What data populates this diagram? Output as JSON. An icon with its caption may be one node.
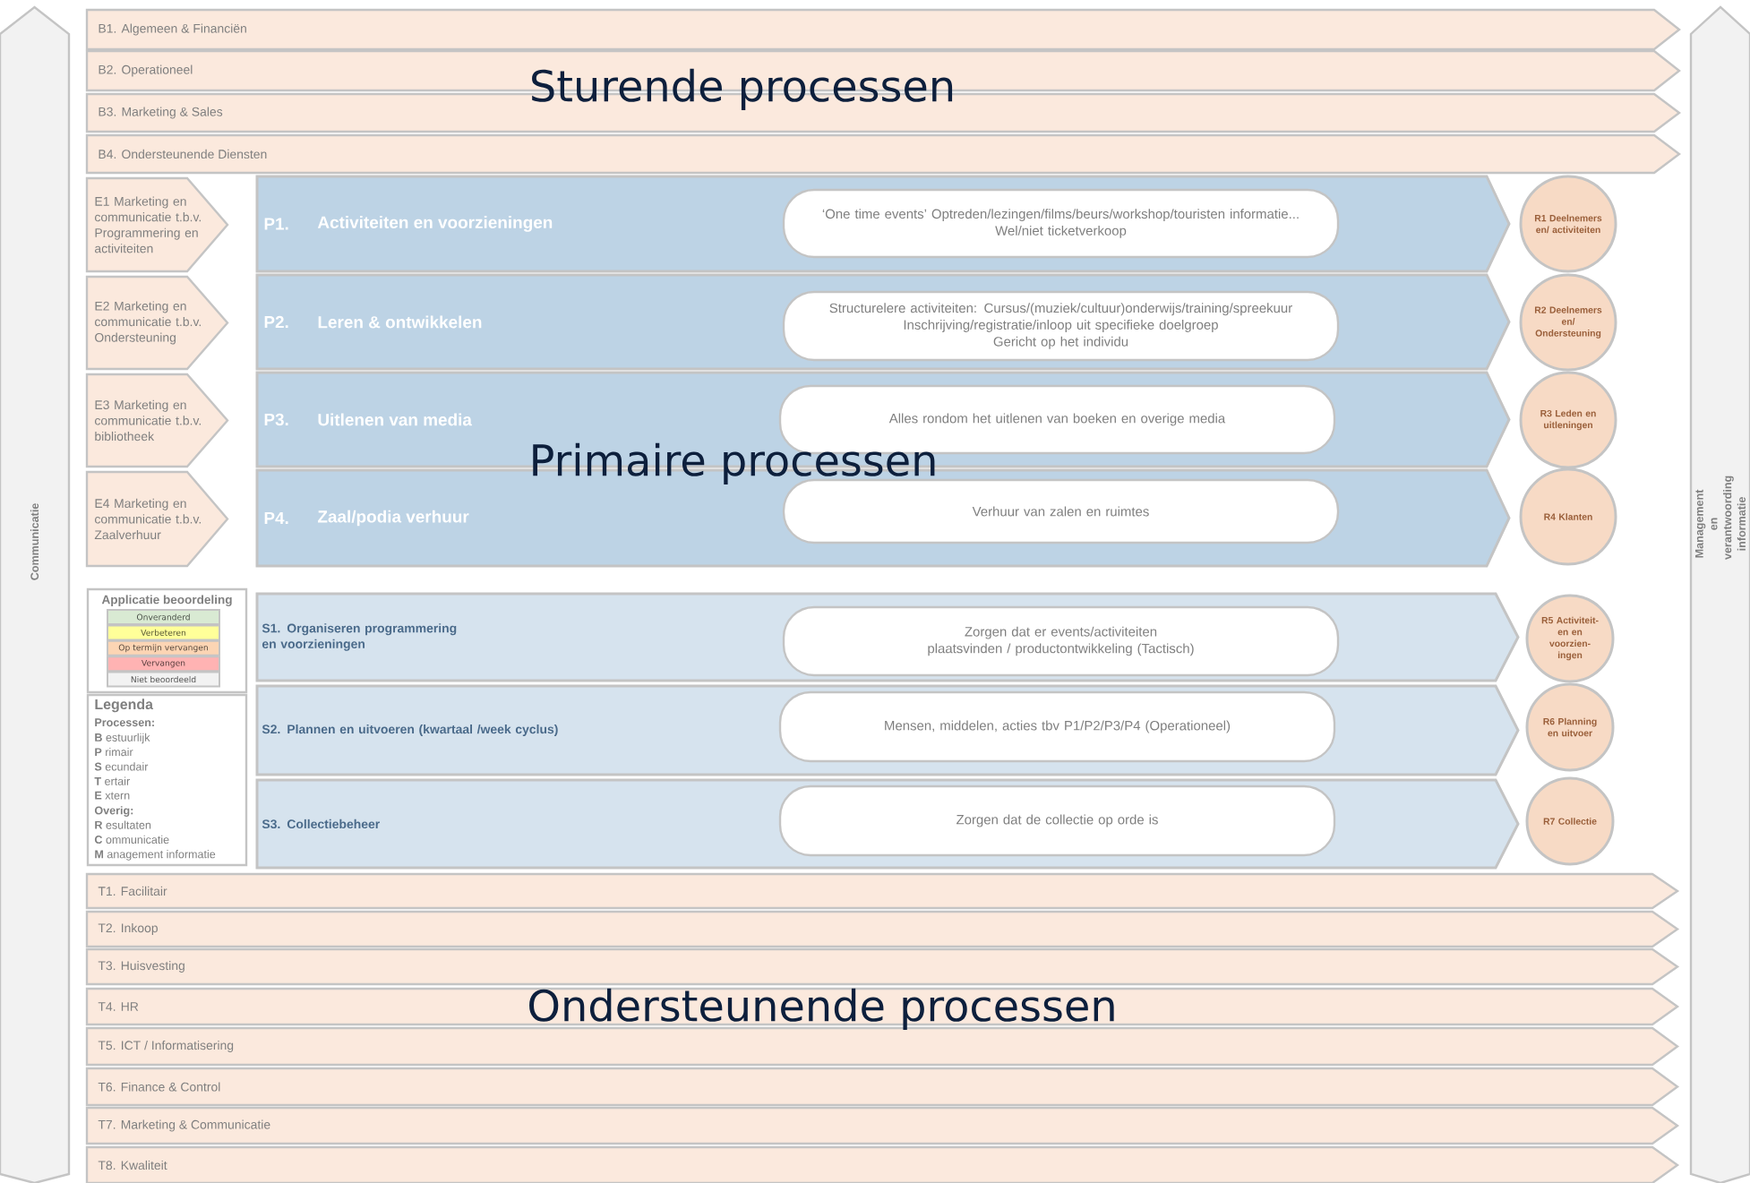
{
  "diagram": {
    "nodes": [
      {
        "text": [
          "B1. Algemeen & Financiën"
        ]
      },
      {
        "text": [
          "B2. Operationeel"
        ]
      },
      {
        "text": [
          "B3. Marketing & Sales"
        ]
      },
      {
        "text": [
          "B4. Ondersteunende Diensten"
        ]
      },
      {
        "text": [
          "E1 Marketing en communicatie t.b.v. Programmering en activiteiten"
        ]
      },
      {
        "text": [
          "P1.",
          "Activiteiten en voorzieningen"
        ]
      },
      {
        "text": [
          "‘One time events’ Optreden/lezingen/films/beurs/workshop/touristen informatie...",
          "Wel/niet ticketverkoop"
        ],
        "in": 5
      },
      {
        "text": [
          "R1 Deelnemers en/ activiteiten"
        ]
      },
      {
        "text": [
          "E2 Marketing en communicatie t.b.v. Ondersteuning"
        ]
      },
      {
        "text": [
          "P2.",
          "Leren & ontwikkelen"
        ]
      },
      {
        "text": [
          "Structurelere activiteiten: Cursus/(muziek/cultuur)onderwijs/training/spreekuur",
          "Inschrijving/registratie/inloop uit specifieke doelgroep",
          "Gericht op het individu"
        ],
        "in": 9
      },
      {
        "text": [
          "R2 Deelnemers en/ Ondersteuning"
        ]
      },
      {
        "text": [
          "E3 Marketing en communicatie t.b.v. bibliotheek"
        ]
      },
      {
        "text": [
          "P3.",
          "Uitlenen van media"
        ]
      },
      {
        "text": [
          "Alles rondom het uitlenen van boeken en overige media"
        ],
        "in": 13
      },
      {
        "text": [
          "R3 Leden en uitleningen"
        ]
      },
      {
        "text": [
          "E4 Marketing en communicatie t.b.v. Zaalverhuur"
        ]
      },
      {
        "text": [
          "P4.",
          "Zaal/podia verhuur"
        ]
      },
      {
        "text": [
          "Verhuur van zalen en ruimtes"
        ],
        "in": 17
      },
      {
        "text": [
          "R4 Klanten"
        ]
      },
      {
        "text": [
          "Applicatie beoordeling"
        ]
      },
      {
        "text": [
          "S1. Organiseren programmering en voorzieningen"
        ]
      },
      {
        "text": [
          "Zorgen dat er events/activiteiten plaatsvinden / productontwikkeling (Tactisch)"
        ],
        "in": 21
      },
      {
        "text": [
          "R5 Activiteit- en en voorzien- ingen"
        ]
      },
      {
        "text": [
          "Legenda",
          "Processen:",
          "**B** estuurlijk",
          "**P** rimair",
          "**S** ecundair",
          "**T** ertair",
          "**E** xtern",
          "Overig:",
          "**R** esultaten",
          "**C** ommunicatie",
          "**M** anagement informatie"
        ]
      },
      {
        "text": [
          "S2. Plannen en uitvoeren (kwartaal /week cyclus)"
        ]
      },
      {
        "text": [
          "Mensen, middelen, acties tbv P1/P2/P3/P4 (Operationeel)"
        ],
        "in": 25
      },
      {
        "text": [
          "R6 Planning en uitvoer"
        ]
      },
      {
        "text": [
          "S3. Collectiebeheer"
        ]
      },
      {
        "text": [
          "Zorgen dat de collectie op orde is"
        ],
        "in": 28
      },
      {
        "text": [
          "R7 Collectie"
        ]
      },
      {
        "text": [
          "T1. Facilitair"
        ]
      },
      {
        "text": [
          "T2. Inkoop"
        ]
      },
      {
        "text": [
          "T3. Huisvesting"
        ]
      },
      {
        "text": [
          "T4. HR"
        ]
      },
      {
        "text": [
          "T5. ICT / Informatisering"
        ]
      },
      {
        "text": [
          "T6. Finance & Control"
        ]
      },
      {
        "text": [
          "T7. Marketing & Communicatie"
        ]
      },
      {
        "text": [
          "T8. Kwaliteit"
        ]
      },
      {
        "text": [
          "Communicatie"
        ]
      },
      {
        "text": [
          "Management en verantwoording informatie"
        ]
      }
    ],
    "labels": [
      "Sturende processen",
      "Primaire processen",
      "Ondersteunende processen"
    ],
    "legend": [
      {
        "text": "Onveranderd",
        "color": "#d9ead3"
      },
      {
        "text": "Verbeteren",
        "color": "#ffff99"
      },
      {
        "text": "Op termijn vervangen",
        "color": "#fcd5b4"
      },
      {
        "text": "Vervangen",
        "color": "#ffb3b3"
      },
      {
        "text": "Niet beoordeeld",
        "color": "#f2f2f2"
      }
    ]
  }
}
